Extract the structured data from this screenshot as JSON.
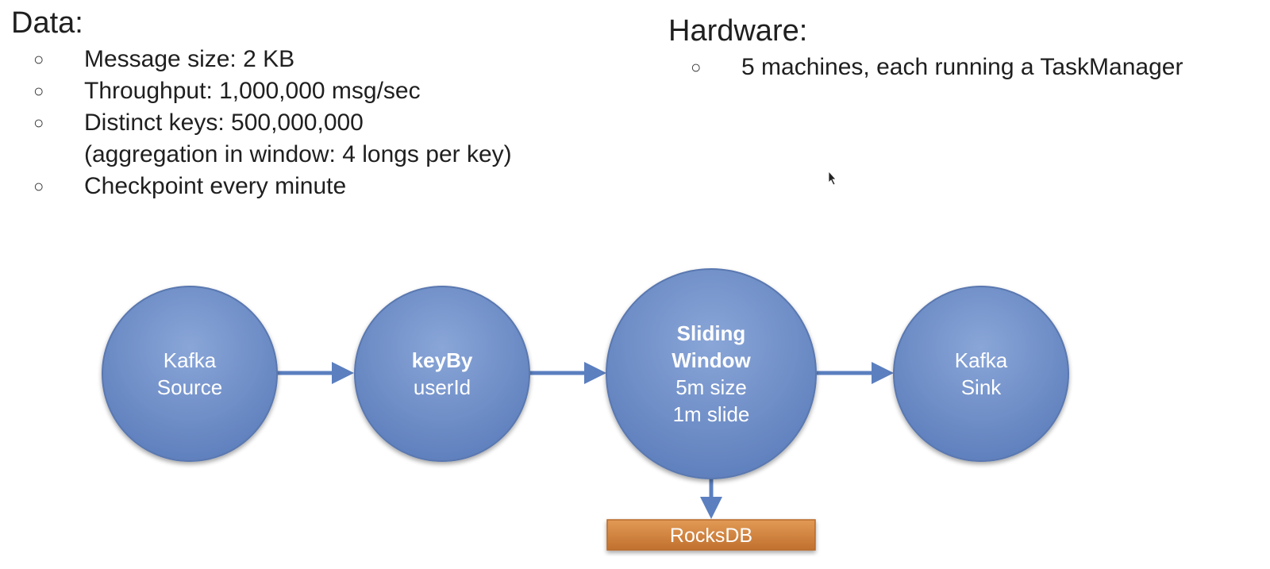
{
  "data_section": {
    "heading": "Data:",
    "items": [
      {
        "bullet": "○",
        "text": "Message size: 2 KB"
      },
      {
        "bullet": "○",
        "text": "Throughput: 1,000,000 msg/sec"
      },
      {
        "bullet": "○",
        "text": "Distinct keys: 500,000,000",
        "sub": "(aggregation in window: 4 longs per key)"
      },
      {
        "bullet": "○",
        "text": "Checkpoint every minute"
      }
    ]
  },
  "hardware_section": {
    "heading": "Hardware:",
    "items": [
      {
        "bullet": "○",
        "text": "5 machines, each running a TaskManager"
      }
    ]
  },
  "diagram": {
    "nodes": [
      {
        "line1": "Kafka",
        "line2": "Source"
      },
      {
        "line1": "keyBy",
        "line2": "userId"
      },
      {
        "line1": "Sliding",
        "line2": "Window",
        "line3": "5m size",
        "line4": "1m slide"
      },
      {
        "line1": "Kafka",
        "line2": "Sink"
      }
    ],
    "state_backend": "RocksDB"
  },
  "colors": {
    "node_fill": "#6e90cb",
    "node_stroke": "#5a78b0",
    "arrow": "#5b7fbf",
    "db_fill": "#d4813b",
    "db_stroke": "#b86b2a",
    "text": "#1f1f1f"
  }
}
